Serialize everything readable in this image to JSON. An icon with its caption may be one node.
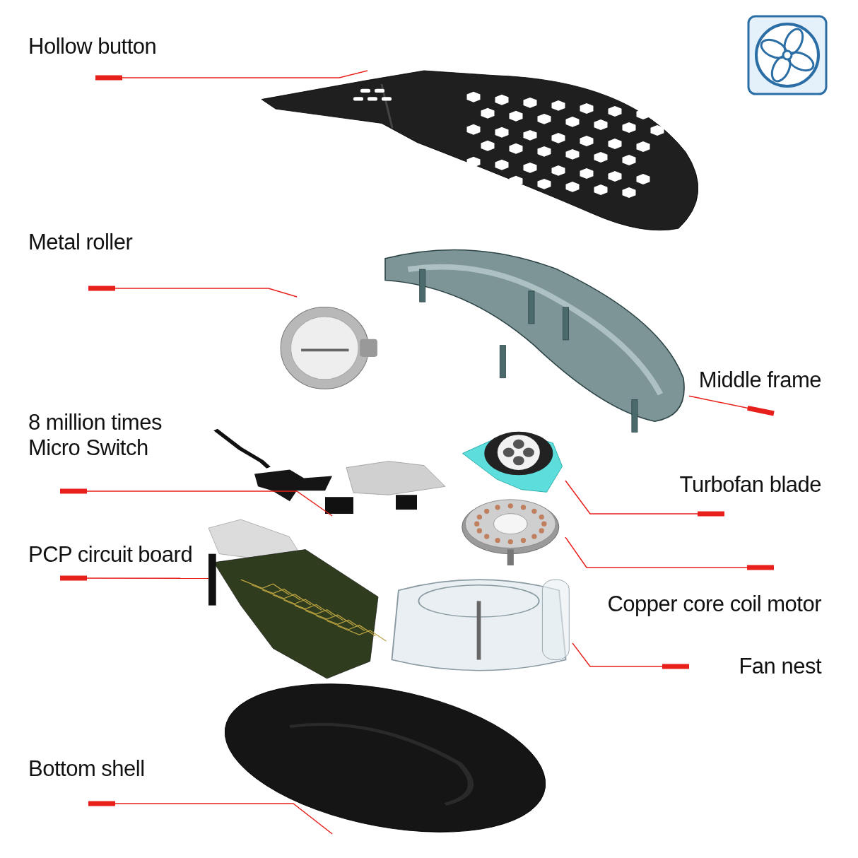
{
  "diagram": {
    "nodes": [
      {
        "text": [
          "Hollow button"
        ]
      },
      {
        "text": [
          "Metal roller"
        ]
      },
      {
        "text": [
          "Middle frame"
        ]
      },
      {
        "text": [
          "8 million times Micro Switch"
        ]
      },
      {
        "text": [
          "Turbofan blade"
        ]
      },
      {
        "text": [
          "PCP circuit board"
        ]
      },
      {
        "text": [
          "Copper core coil motor"
        ]
      },
      {
        "text": [
          "Fan nest"
        ]
      },
      {
        "text": [
          "Bottom shell"
        ]
      },
      {
        "text": [],
        "shape": "picture"
      },
      {
        "text": [],
        "shape": "picture"
      },
      {
        "text": [],
        "shape": "picture"
      },
      {
        "text": [],
        "shape": "picture"
      },
      {
        "text": [],
        "shape": "picture"
      },
      {
        "text": [],
        "shape": "picture"
      },
      {
        "text": [],
        "shape": "picture"
      },
      {
        "text": [],
        "shape": "picture"
      },
      {
        "text": [],
        "shape": "picture"
      }
    ],
    "edges": [
      {
        "from": 0,
        "to": 9,
        "arrow": "other"
      },
      {
        "from": 1,
        "to": 10,
        "arrow": "other"
      },
      {
        "from": 2,
        "to": 11,
        "arrow": "other"
      },
      {
        "from": 3,
        "to": 12,
        "arrow": "other"
      },
      {
        "from": 4,
        "to": 13,
        "arrow": "other"
      },
      {
        "from": 5,
        "to": 14,
        "arrow": "other"
      },
      {
        "from": 6,
        "to": 15,
        "arrow": "other"
      },
      {
        "from": 7,
        "to": 16,
        "arrow": "other"
      },
      {
        "from": 8,
        "to": 17,
        "arrow": "other"
      }
    ]
  }
}
